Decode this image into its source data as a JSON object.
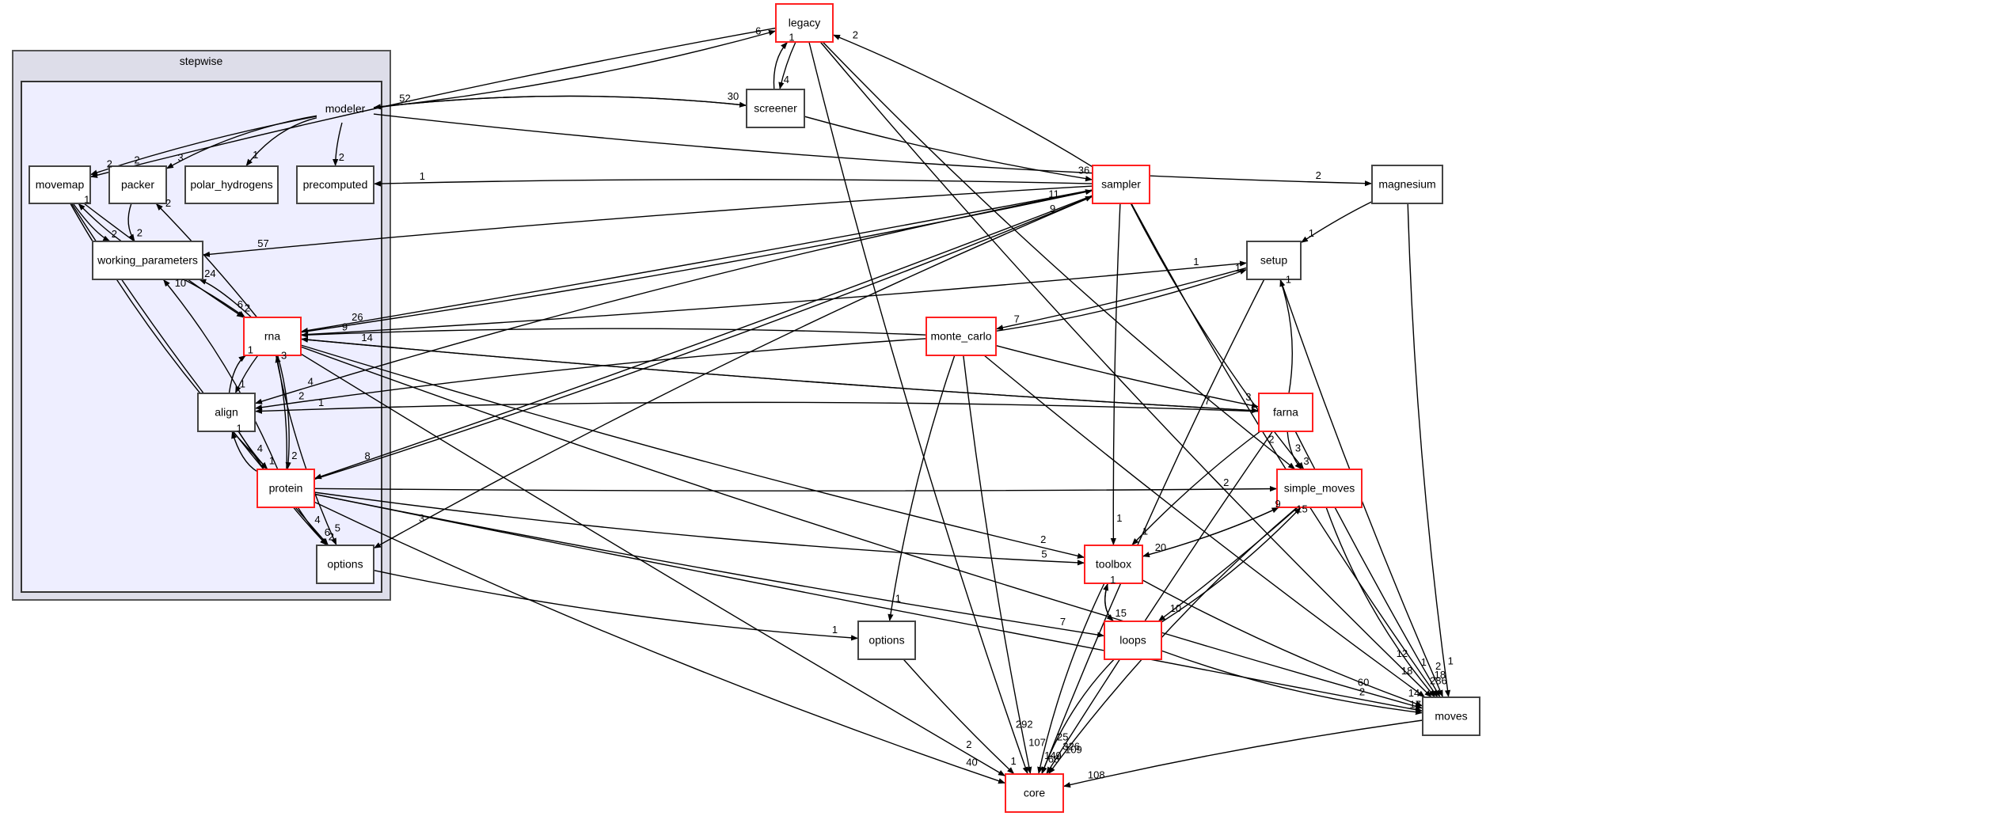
{
  "diagram": {
    "type": "directory-dependency-graph",
    "clusters": [
      {
        "id": "stepwise",
        "label": "stepwise"
      },
      {
        "id": "modeler",
        "label": "modeler"
      }
    ],
    "nodes": [
      {
        "id": "legacy",
        "label": "legacy",
        "highlight": true
      },
      {
        "id": "screener",
        "label": "screener",
        "highlight": false
      },
      {
        "id": "sampler",
        "label": "sampler",
        "highlight": true
      },
      {
        "id": "magnesium",
        "label": "magnesium",
        "highlight": false
      },
      {
        "id": "setup",
        "label": "setup",
        "highlight": false
      },
      {
        "id": "monte_carlo",
        "label": "monte_carlo",
        "highlight": true
      },
      {
        "id": "farna",
        "label": "farna",
        "highlight": true
      },
      {
        "id": "simple_moves",
        "label": "simple_moves",
        "highlight": true
      },
      {
        "id": "toolbox",
        "label": "toolbox",
        "highlight": true
      },
      {
        "id": "loops",
        "label": "loops",
        "highlight": true
      },
      {
        "id": "options_outer",
        "label": "options",
        "highlight": false
      },
      {
        "id": "moves",
        "label": "moves",
        "highlight": false
      },
      {
        "id": "core",
        "label": "core",
        "highlight": true
      },
      {
        "id": "movemap",
        "label": "movemap",
        "highlight": false
      },
      {
        "id": "packer",
        "label": "packer",
        "highlight": false
      },
      {
        "id": "polar_hydrogens",
        "label": "polar_hydrogens",
        "highlight": false
      },
      {
        "id": "precomputed",
        "label": "precomputed",
        "highlight": false
      },
      {
        "id": "working_parameters",
        "label": "working_parameters",
        "highlight": false
      },
      {
        "id": "rna",
        "label": "rna",
        "highlight": true
      },
      {
        "id": "align",
        "label": "align",
        "highlight": false
      },
      {
        "id": "protein",
        "label": "protein",
        "highlight": true
      },
      {
        "id": "options_inner",
        "label": "options",
        "highlight": false
      }
    ],
    "edges": [
      {
        "from": "legacy",
        "to": "screener",
        "label": "4"
      },
      {
        "from": "screener",
        "to": "legacy",
        "label": "1"
      },
      {
        "from": "sampler",
        "to": "legacy",
        "label": "2"
      },
      {
        "from": "modeler",
        "to": "legacy",
        "label": "6"
      },
      {
        "from": "screener",
        "to": "modeler",
        "label": "52"
      },
      {
        "from": "modeler",
        "to": "screener",
        "label": "30"
      },
      {
        "from": "screener",
        "to": "sampler",
        "label": "36"
      },
      {
        "from": "rna",
        "to": "sampler",
        "label": "11"
      },
      {
        "from": "protein",
        "to": "sampler",
        "label": "9"
      },
      {
        "from": "modeler",
        "to": "magnesium",
        "label": "2"
      },
      {
        "from": "magnesium",
        "to": "setup",
        "label": "1"
      },
      {
        "from": "rna",
        "to": "setup",
        "label": "1"
      },
      {
        "from": "monte_carlo",
        "to": "setup",
        "label": "1"
      },
      {
        "from": "farna",
        "to": "setup",
        "label": "1"
      },
      {
        "from": "setup",
        "to": "monte_carlo",
        "label": "7"
      },
      {
        "from": "monte_carlo",
        "to": "farna",
        "label": "3"
      },
      {
        "from": "rna",
        "to": "farna",
        "label": "7"
      },
      {
        "from": "farna",
        "to": "simple_moves",
        "label": "3"
      },
      {
        "from": "sampler",
        "to": "simple_moves",
        "label": "3"
      },
      {
        "from": "legacy",
        "to": "simple_moves",
        "label": "2"
      },
      {
        "from": "protein",
        "to": "simple_moves",
        "label": "2"
      },
      {
        "from": "toolbox",
        "to": "simple_moves",
        "label": "9"
      },
      {
        "from": "loops",
        "to": "simple_moves",
        "label": "15"
      },
      {
        "from": "simple_moves",
        "to": "toolbox",
        "label": "20"
      },
      {
        "from": "simple_moves",
        "to": "loops",
        "label": "10"
      },
      {
        "from": "sampler",
        "to": "toolbox",
        "label": "1"
      },
      {
        "from": "farna",
        "to": "toolbox",
        "label": "1"
      },
      {
        "from": "rna",
        "to": "toolbox",
        "label": "2"
      },
      {
        "from": "protein",
        "to": "toolbox",
        "label": "5"
      },
      {
        "from": "toolbox",
        "to": "loops",
        "label": "15"
      },
      {
        "from": "loops",
        "to": "toolbox",
        "label": "1"
      },
      {
        "from": "protein",
        "to": "loops",
        "label": "7"
      },
      {
        "from": "monte_carlo",
        "to": "options_outer",
        "label": "1"
      },
      {
        "from": "options_inner",
        "to": "options_outer",
        "label": "1"
      },
      {
        "from": "simple_moves",
        "to": "moves",
        "label": "286"
      },
      {
        "from": "farna",
        "to": "moves",
        "label": "18"
      },
      {
        "from": "monte_carlo",
        "to": "moves",
        "label": "18"
      },
      {
        "from": "toolbox",
        "to": "moves",
        "label": "14"
      },
      {
        "from": "loops",
        "to": "moves",
        "label": "17"
      },
      {
        "from": "rna",
        "to": "moves",
        "label": "60"
      },
      {
        "from": "protein",
        "to": "moves",
        "label": "2"
      },
      {
        "from": "setup",
        "to": "moves",
        "label": "2"
      },
      {
        "from": "magnesium",
        "to": "moves",
        "label": "1"
      },
      {
        "from": "sampler",
        "to": "moves",
        "label": "1"
      },
      {
        "from": "legacy",
        "to": "moves",
        "label": "12"
      },
      {
        "from": "options_outer",
        "to": "core",
        "label": "1"
      },
      {
        "from": "monte_carlo",
        "to": "core",
        "label": "107"
      },
      {
        "from": "toolbox",
        "to": "core",
        "label": "149"
      },
      {
        "from": "loops",
        "to": "core",
        "label": "68"
      },
      {
        "from": "simple_moves",
        "to": "core",
        "label": "109"
      },
      {
        "from": "farna",
        "to": "core",
        "label": "326"
      },
      {
        "from": "moves",
        "to": "core",
        "label": "108"
      },
      {
        "from": "setup",
        "to": "core",
        "label": "25"
      },
      {
        "from": "legacy",
        "to": "core",
        "label": "292"
      },
      {
        "from": "protein",
        "to": "core",
        "label": "40"
      },
      {
        "from": "rna",
        "to": "core",
        "label": "2"
      },
      {
        "from": "modeler",
        "to": "movemap",
        "label": "2"
      },
      {
        "from": "legacy",
        "to": "movemap",
        "label": "2"
      },
      {
        "from": "modeler",
        "to": "packer",
        "label": "3"
      },
      {
        "from": "modeler",
        "to": "polar_hydrogens",
        "label": "1"
      },
      {
        "from": "modeler",
        "to": "precomputed",
        "label": "2"
      },
      {
        "from": "sampler",
        "to": "precomputed",
        "label": "1"
      },
      {
        "from": "movemap",
        "to": "working_parameters",
        "label": "2"
      },
      {
        "from": "packer",
        "to": "working_parameters",
        "label": "2"
      },
      {
        "from": "working_parameters",
        "to": "movemap",
        "label": "1"
      },
      {
        "from": "rna",
        "to": "packer",
        "label": "2"
      },
      {
        "from": "sampler",
        "to": "working_parameters",
        "label": "57"
      },
      {
        "from": "rna",
        "to": "working_parameters",
        "label": "24"
      },
      {
        "from": "protein",
        "to": "working_parameters",
        "label": "10"
      },
      {
        "from": "working_parameters",
        "to": "rna",
        "label": "2"
      },
      {
        "from": "movemap",
        "to": "rna",
        "label": "6"
      },
      {
        "from": "protein",
        "to": "rna",
        "label": "3"
      },
      {
        "from": "monte_carlo",
        "to": "rna",
        "label": "9"
      },
      {
        "from": "farna",
        "to": "rna",
        "label": "14"
      },
      {
        "from": "sampler",
        "to": "rna",
        "label": "26"
      },
      {
        "from": "rna",
        "to": "align",
        "label": "1"
      },
      {
        "from": "align",
        "to": "rna",
        "label": "1"
      },
      {
        "from": "monte_carlo",
        "to": "align",
        "label": "2"
      },
      {
        "from": "farna",
        "to": "align",
        "label": "1"
      },
      {
        "from": "sampler",
        "to": "align",
        "label": "4"
      },
      {
        "from": "align",
        "to": "protein",
        "label": "1"
      },
      {
        "from": "protein",
        "to": "align",
        "label": "1"
      },
      {
        "from": "rna",
        "to": "protein",
        "label": "2"
      },
      {
        "from": "sampler",
        "to": "protein",
        "label": "8"
      },
      {
        "from": "movemap",
        "to": "protein",
        "label": "4"
      },
      {
        "from": "protein",
        "to": "options_inner",
        "label": "2"
      },
      {
        "from": "align",
        "to": "options_inner",
        "label": "6"
      },
      {
        "from": "rna",
        "to": "options_inner",
        "label": "5"
      },
      {
        "from": "movemap",
        "to": "options_inner",
        "label": "4"
      },
      {
        "from": "sampler",
        "to": "options_inner",
        "label": "3"
      }
    ]
  }
}
